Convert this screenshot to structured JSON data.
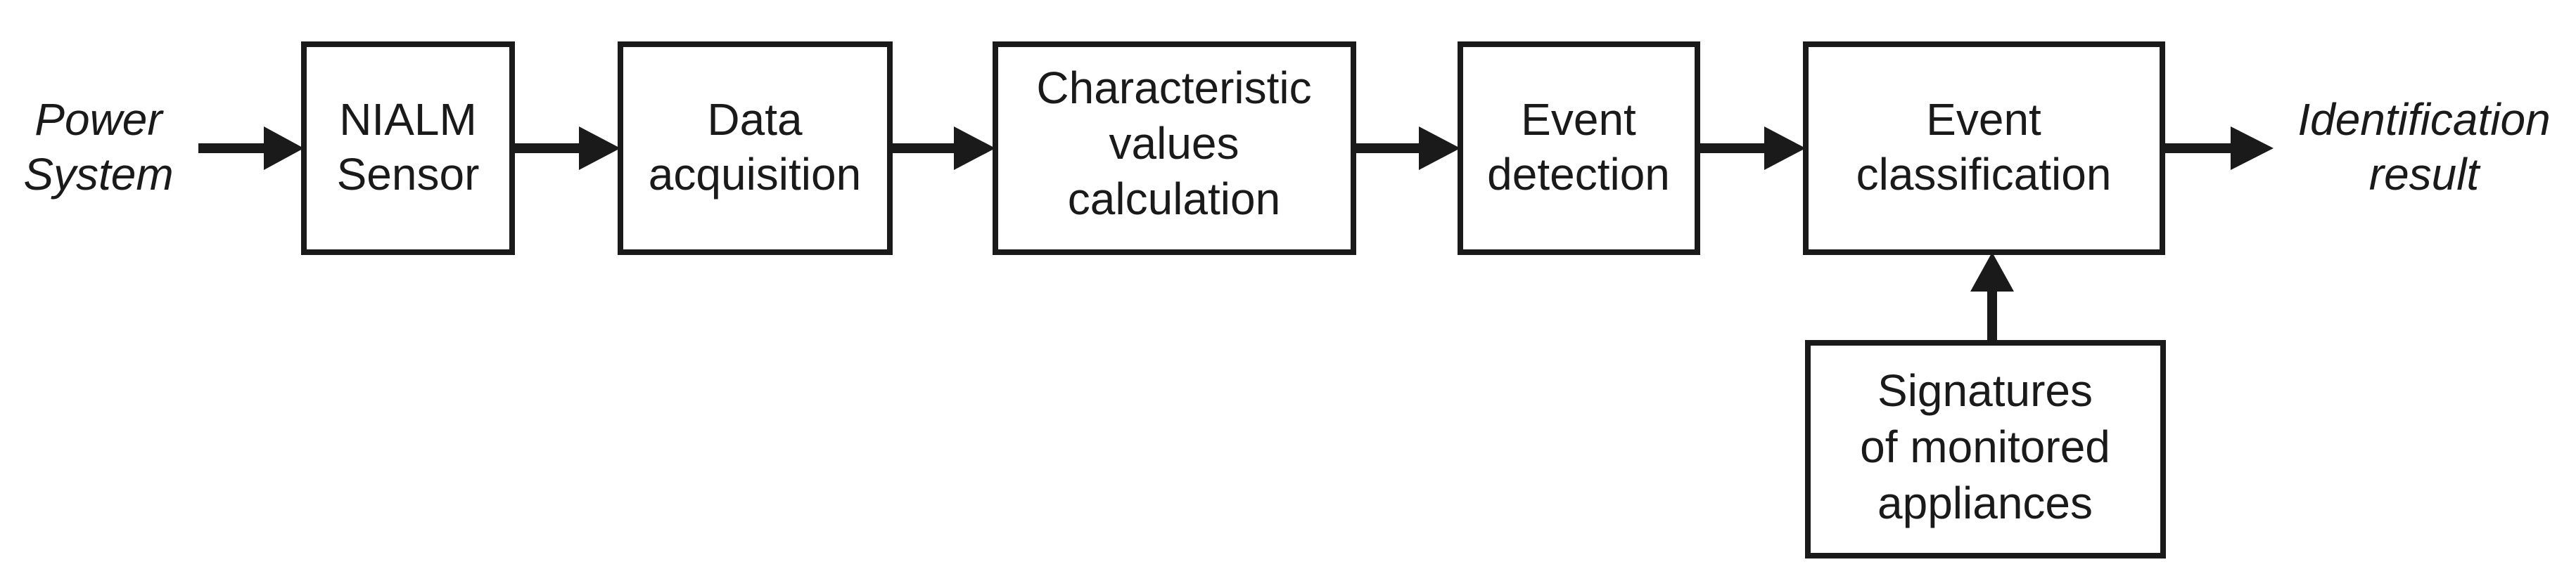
{
  "input": {
    "line1": "Power",
    "line2": "System"
  },
  "output": {
    "line1": "Identification",
    "line2": "result"
  },
  "blocks": {
    "nialm_sensor": {
      "line1": "NIALM",
      "line2": "Sensor"
    },
    "data_acquisition": {
      "line1": "Data",
      "line2": "acquisition"
    },
    "characteristic_values": {
      "line1": "Characteristic",
      "line2": "values",
      "line3": "calculation"
    },
    "event_detection": {
      "line1": "Event",
      "line2": "detection"
    },
    "event_classification": {
      "line1": "Event",
      "line2": "classification"
    },
    "signatures": {
      "line1": "Signatures",
      "line2": "of monitored",
      "line3": "appliances"
    }
  },
  "colors": {
    "ink": "#1a1a1a",
    "background": "#ffffff"
  }
}
